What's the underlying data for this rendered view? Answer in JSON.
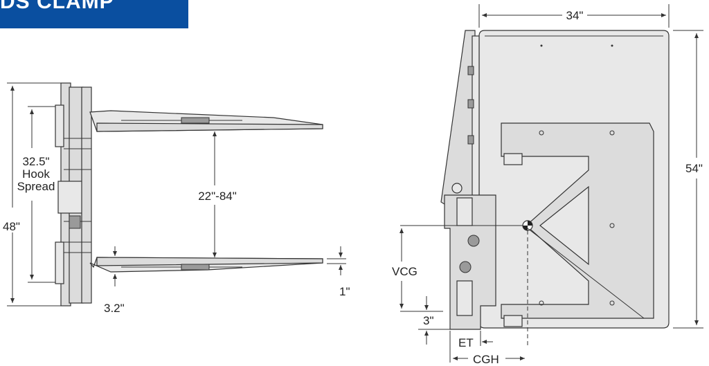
{
  "banner": {
    "text": "DS CLAMP",
    "color": "#0a4fa0"
  },
  "top_view": {
    "hook_spread_value": "32.5\"",
    "hook_spread_label_1": "Hook",
    "hook_spread_label_2": "Spread",
    "overall_height": "48\"",
    "arm_opening": "22\"-84\"",
    "arm_thickness": "1\"",
    "arm_offset": "3.2\""
  },
  "side_view": {
    "width": "34\"",
    "height": "54\"",
    "vcg": "VCG",
    "bottom_offset": "3\"",
    "et": "ET",
    "cgh": "CGH"
  }
}
